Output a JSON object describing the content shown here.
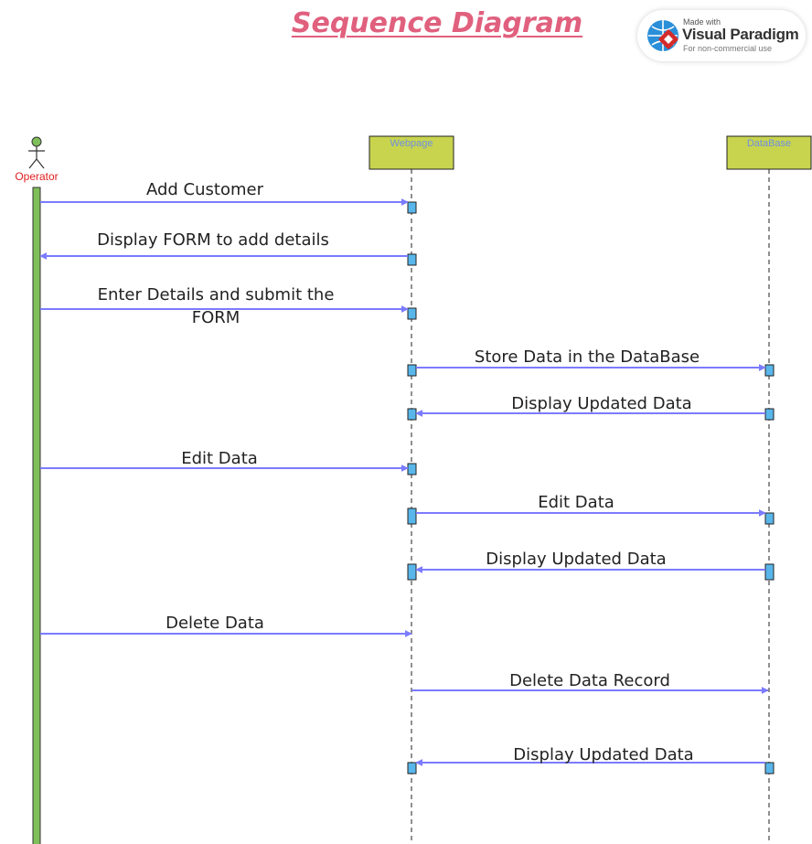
{
  "title": "Sequence Diagram",
  "badge": {
    "made_with": "Made with",
    "product": "Visual Paradigm",
    "note": "For non-commercial use"
  },
  "actor": {
    "name": "Operator"
  },
  "lifelines": {
    "webpage": "Webpage",
    "database": "DataBase"
  },
  "messages": {
    "m1": "Add Customer",
    "m2": "Display FORM to add details",
    "m3a": "Enter Details and submit the",
    "m3b": "FORM",
    "m4": "Store Data in the DataBase",
    "m5": "Display Updated Data",
    "m6": "Edit Data",
    "m7": "Edit Data",
    "m8": "Display Updated Data",
    "m9": "Delete Data",
    "m10": "Delete Data Record",
    "m11": "Display Updated Data"
  },
  "colors": {
    "title": "#e0607e",
    "arrow": "#7b7bff",
    "activation": "#59b6ea",
    "lifeline_head": "#c8d44e",
    "operator_bar": "#7fbf5a",
    "actor_label": "#e02020"
  }
}
